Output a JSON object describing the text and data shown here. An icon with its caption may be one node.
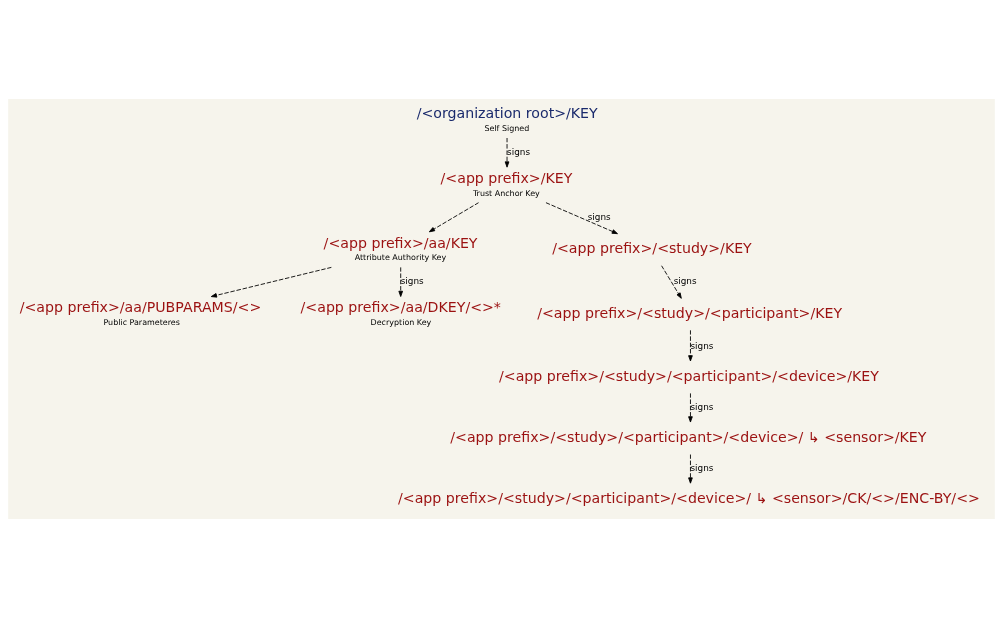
{
  "diagram": {
    "nodes": [
      {
        "text": [
          "/<organization root>/KEY",
          "Self Signed"
        ]
      },
      {
        "text": [
          "/<app prefix>/KEY",
          "Trust Anchor Key"
        ]
      },
      {
        "text": [
          "/<app prefix>/aa/KEY",
          "Attribute Authority Key"
        ]
      },
      {
        "text": [
          "/<app prefix>/aa/PUBPARAMS/<>",
          "Public Parameteres"
        ]
      },
      {
        "text": [
          "/<app prefix>/aa/DKEY/<>*",
          "Decryption Key"
        ]
      },
      {
        "text": [
          "/<app prefix>/<study>/KEY"
        ]
      },
      {
        "text": [
          "/<app prefix>/<study>/<participant>/KEY"
        ]
      },
      {
        "text": [
          "/<app prefix>/<study>/<participant>/<device>/KEY"
        ]
      },
      {
        "text": [
          "/<app prefix>/<study>/<participant>/<device>/ ↳ <sensor>/KEY"
        ]
      },
      {
        "text": [
          "/<app prefix>/<study>/<participant>/<device>/ ↳ <sensor>/CK/<>/ENC-BY/<>"
        ]
      }
    ],
    "edges": [
      {
        "from": 0,
        "to": 1,
        "arrow": "to",
        "style": "dashed",
        "label": "signs"
      },
      {
        "from": 1,
        "to": 2,
        "arrow": "to",
        "style": "dashed"
      },
      {
        "from": 2,
        "to": 3,
        "arrow": "to",
        "style": "dashed"
      },
      {
        "from": 2,
        "to": 4,
        "arrow": "to",
        "style": "dashed",
        "label": "signs"
      },
      {
        "from": 1,
        "to": 5,
        "arrow": "to",
        "style": "dashed",
        "label": "signs"
      },
      {
        "from": 5,
        "to": 6,
        "arrow": "to",
        "style": "dashed",
        "label": "signs"
      },
      {
        "from": 6,
        "to": 7,
        "arrow": "to",
        "style": "dashed",
        "label": "signs"
      },
      {
        "from": 7,
        "to": 8,
        "arrow": "to",
        "style": "dashed",
        "label": "signs"
      },
      {
        "from": 8,
        "to": 9,
        "arrow": "to",
        "style": "dashed",
        "label": "signs"
      }
    ]
  }
}
